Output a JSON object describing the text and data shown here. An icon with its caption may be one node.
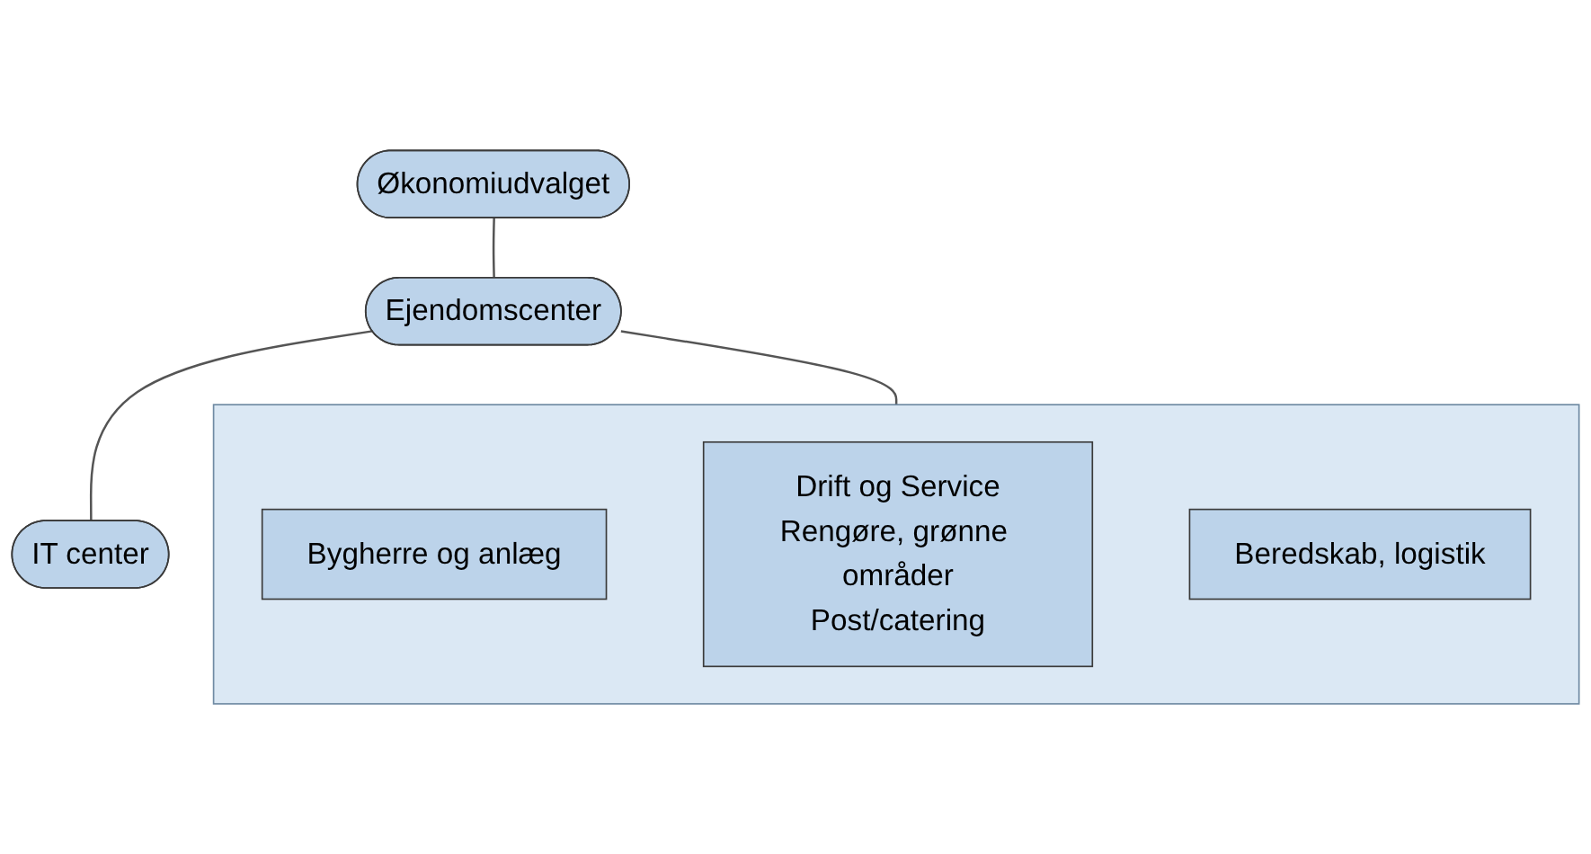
{
  "diagram": {
    "nodes": [
      {
        "text": [
          "Økonomiudvalget"
        ]
      },
      {
        "text": [
          "Ejendomscenter"
        ]
      },
      {
        "text": [
          "IT center"
        ]
      },
      {
        "text": [],
        "shape": "box"
      },
      {
        "text": [
          "Bygherre og anlæg"
        ],
        "in": 3
      },
      {
        "text": [
          "Drift og Service",
          "Rengøre, grønne områder",
          "Post/catering"
        ],
        "in": 3
      },
      {
        "text": [
          "Beredskab, logistik"
        ],
        "in": 3
      }
    ],
    "edges": [
      {
        "from": 0,
        "to": 1,
        "arrow": "none"
      },
      {
        "from": 1,
        "to": 2,
        "arrow": "none"
      },
      {
        "from": 1,
        "to": 3,
        "arrow": "none"
      }
    ]
  }
}
